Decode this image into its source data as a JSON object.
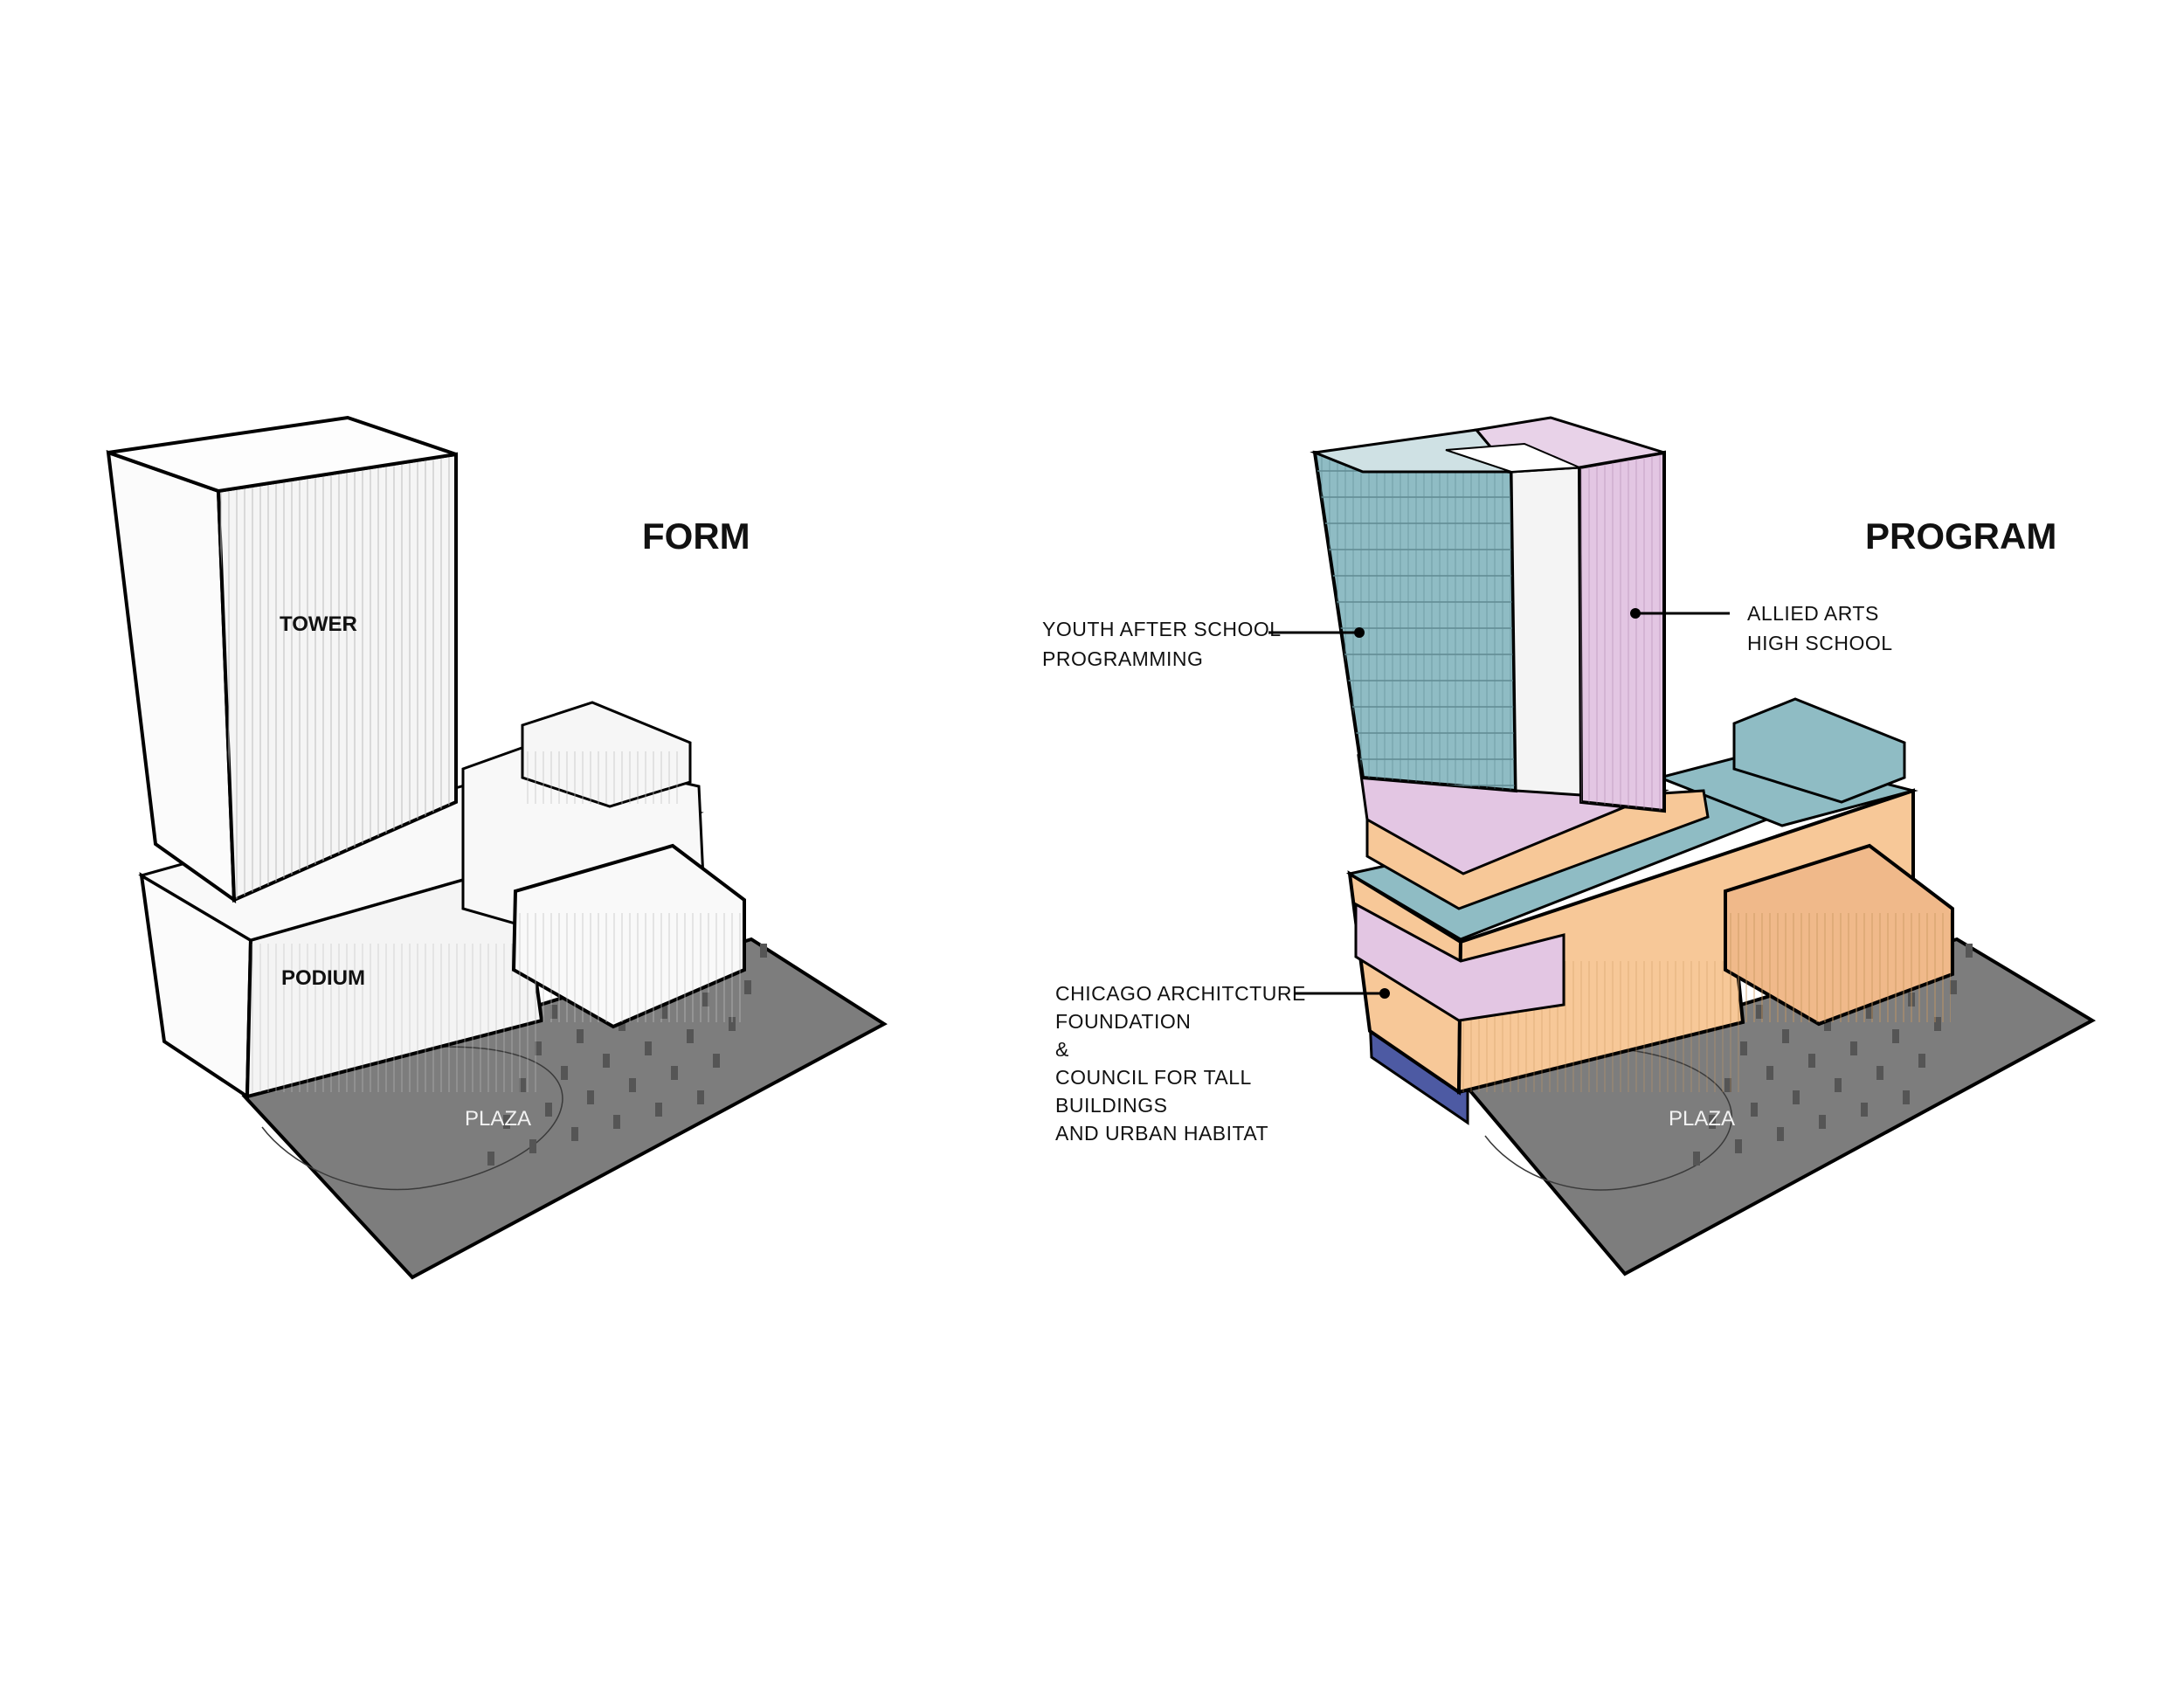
{
  "form": {
    "heading": "FORM",
    "tower_label": "TOWER",
    "podium_label": "PODIUM",
    "plaza_label": "PLAZA"
  },
  "program": {
    "heading": "PROGRAM",
    "plaza_label": "PLAZA",
    "callouts": {
      "youth": [
        "YOUTH AFTER SCHOOL",
        "PROGRAMMING"
      ],
      "allied": [
        "ALLIED ARTS",
        "HIGH SCHOOL"
      ],
      "chicago": [
        "CHICAGO ARCHITCTURE",
        "FOUNDATION",
        "&",
        "COUNCIL FOR TALL",
        "BUILDINGS",
        "AND URBAN HABITAT"
      ]
    }
  },
  "colors": {
    "teal": "#8fbcc4",
    "pink": "#e3c6e3",
    "orange": "#f7c898",
    "navy": "#4d5aa3",
    "plaza": "#7d7d7d",
    "white_mass": "#f7f7f7"
  }
}
